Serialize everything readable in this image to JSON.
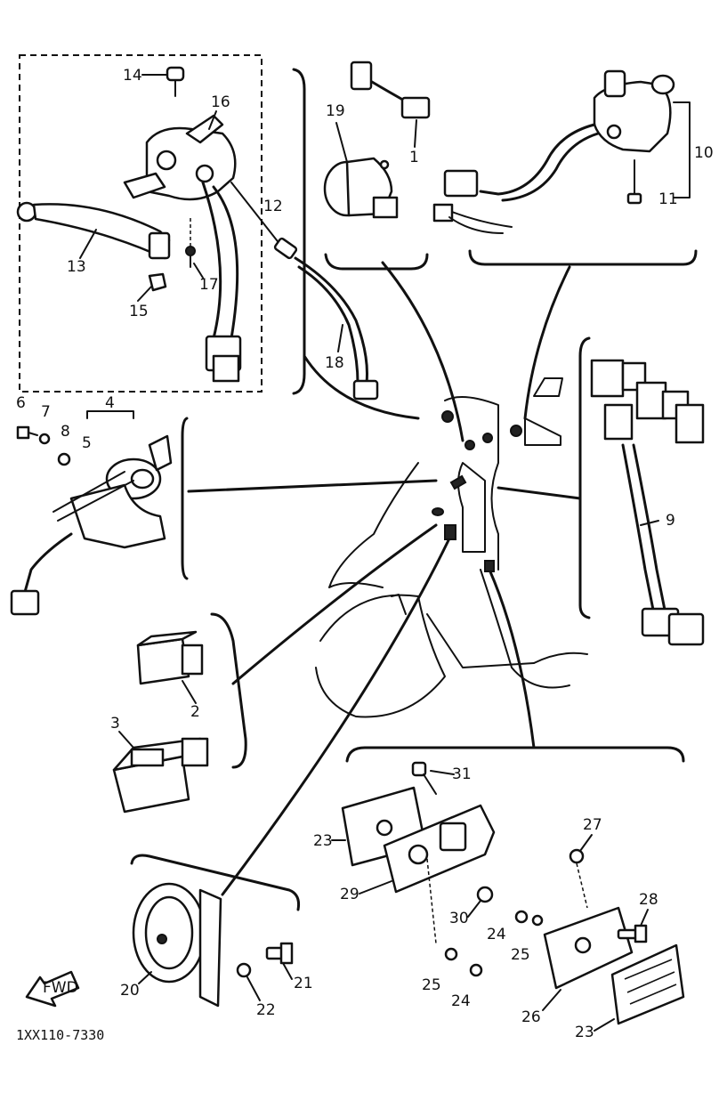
{
  "diagram": {
    "drawing_code": "1XX110-7330",
    "fwd_label": "FWD"
  },
  "callouts": [
    {
      "id": "c1",
      "text": "1"
    },
    {
      "id": "c2",
      "text": "2"
    },
    {
      "id": "c3",
      "text": "3"
    },
    {
      "id": "c4",
      "text": "4"
    },
    {
      "id": "c5",
      "text": "5"
    },
    {
      "id": "c6",
      "text": "6"
    },
    {
      "id": "c7",
      "text": "7"
    },
    {
      "id": "c8",
      "text": "8"
    },
    {
      "id": "c9",
      "text": "9"
    },
    {
      "id": "c10",
      "text": "10"
    },
    {
      "id": "c11",
      "text": "11"
    },
    {
      "id": "c12",
      "text": "12"
    },
    {
      "id": "c13",
      "text": "13"
    },
    {
      "id": "c14",
      "text": "14"
    },
    {
      "id": "c15",
      "text": "15"
    },
    {
      "id": "c16",
      "text": "16"
    },
    {
      "id": "c17",
      "text": "17"
    },
    {
      "id": "c18",
      "text": "18"
    },
    {
      "id": "c19",
      "text": "19"
    },
    {
      "id": "c20",
      "text": "20"
    },
    {
      "id": "c21",
      "text": "21"
    },
    {
      "id": "c22",
      "text": "22"
    },
    {
      "id": "c23a",
      "text": "23"
    },
    {
      "id": "c23b",
      "text": "23"
    },
    {
      "id": "c24a",
      "text": "24"
    },
    {
      "id": "c24b",
      "text": "24"
    },
    {
      "id": "c25a",
      "text": "25"
    },
    {
      "id": "c25b",
      "text": "25"
    },
    {
      "id": "c26",
      "text": "26"
    },
    {
      "id": "c27",
      "text": "27"
    },
    {
      "id": "c28",
      "text": "28"
    },
    {
      "id": "c29",
      "text": "29"
    },
    {
      "id": "c30",
      "text": "30"
    },
    {
      "id": "c31",
      "text": "31"
    }
  ]
}
